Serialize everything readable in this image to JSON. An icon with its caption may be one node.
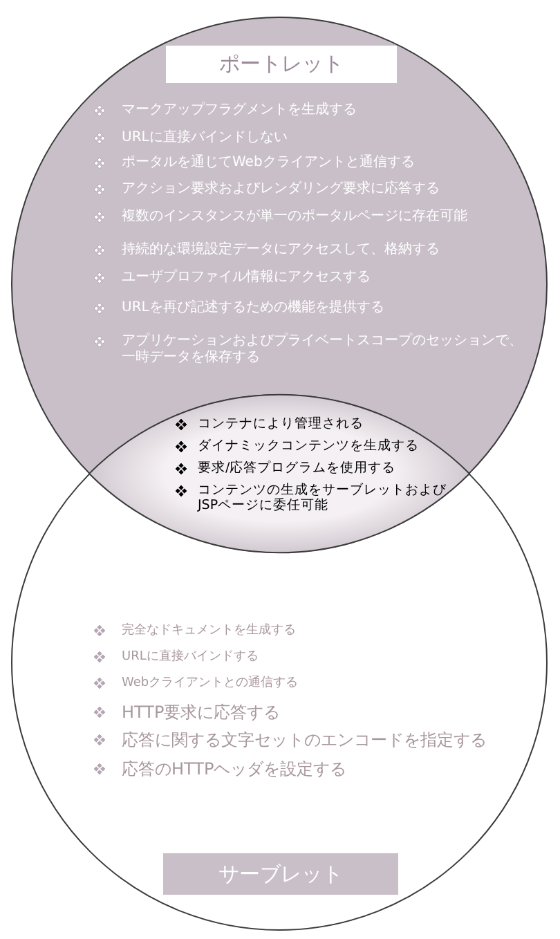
{
  "diagram": {
    "nodes": [
      {
        "text": [
          "マークアップフラグメントを生成する",
          "URLに直接バインドしない",
          "ポータルを通じてWebクライアントと通信する",
          "アクション要求およびレンダリング要求に応答する",
          "複数のインスタンスが単一のポータルページに存在可能",
          "持続的な環境設定データにアクセスして、格納する",
          "ユーザプロファイル情報にアクセスする",
          "URLを再び記述するための機能を提供する",
          "アプリケーションおよびプライベートスコープのセッションで、一時データを保存する"
        ]
      },
      {
        "text": [
          "ポートレット"
        ],
        "in": 0
      },
      {
        "text": [
          "コンテナにより管理される",
          "ダイナミックコンテンツを生成する",
          "要求/応答プログラムを使用する",
          "コンテンツの生成をサーブレットおよびJSPページに委任可能"
        ]
      },
      {
        "text": [
          "完全なドキュメントを生成する",
          "URLに直接バインドする",
          "Webクライアントとの通信する",
          "HTTP要求に応答する",
          "応答に関する文字セットのエンコードを指定する",
          "応答のHTTPヘッダを設定する"
        ]
      },
      {
        "text": [
          "サーブレット"
        ],
        "in": 3
      }
    ]
  }
}
